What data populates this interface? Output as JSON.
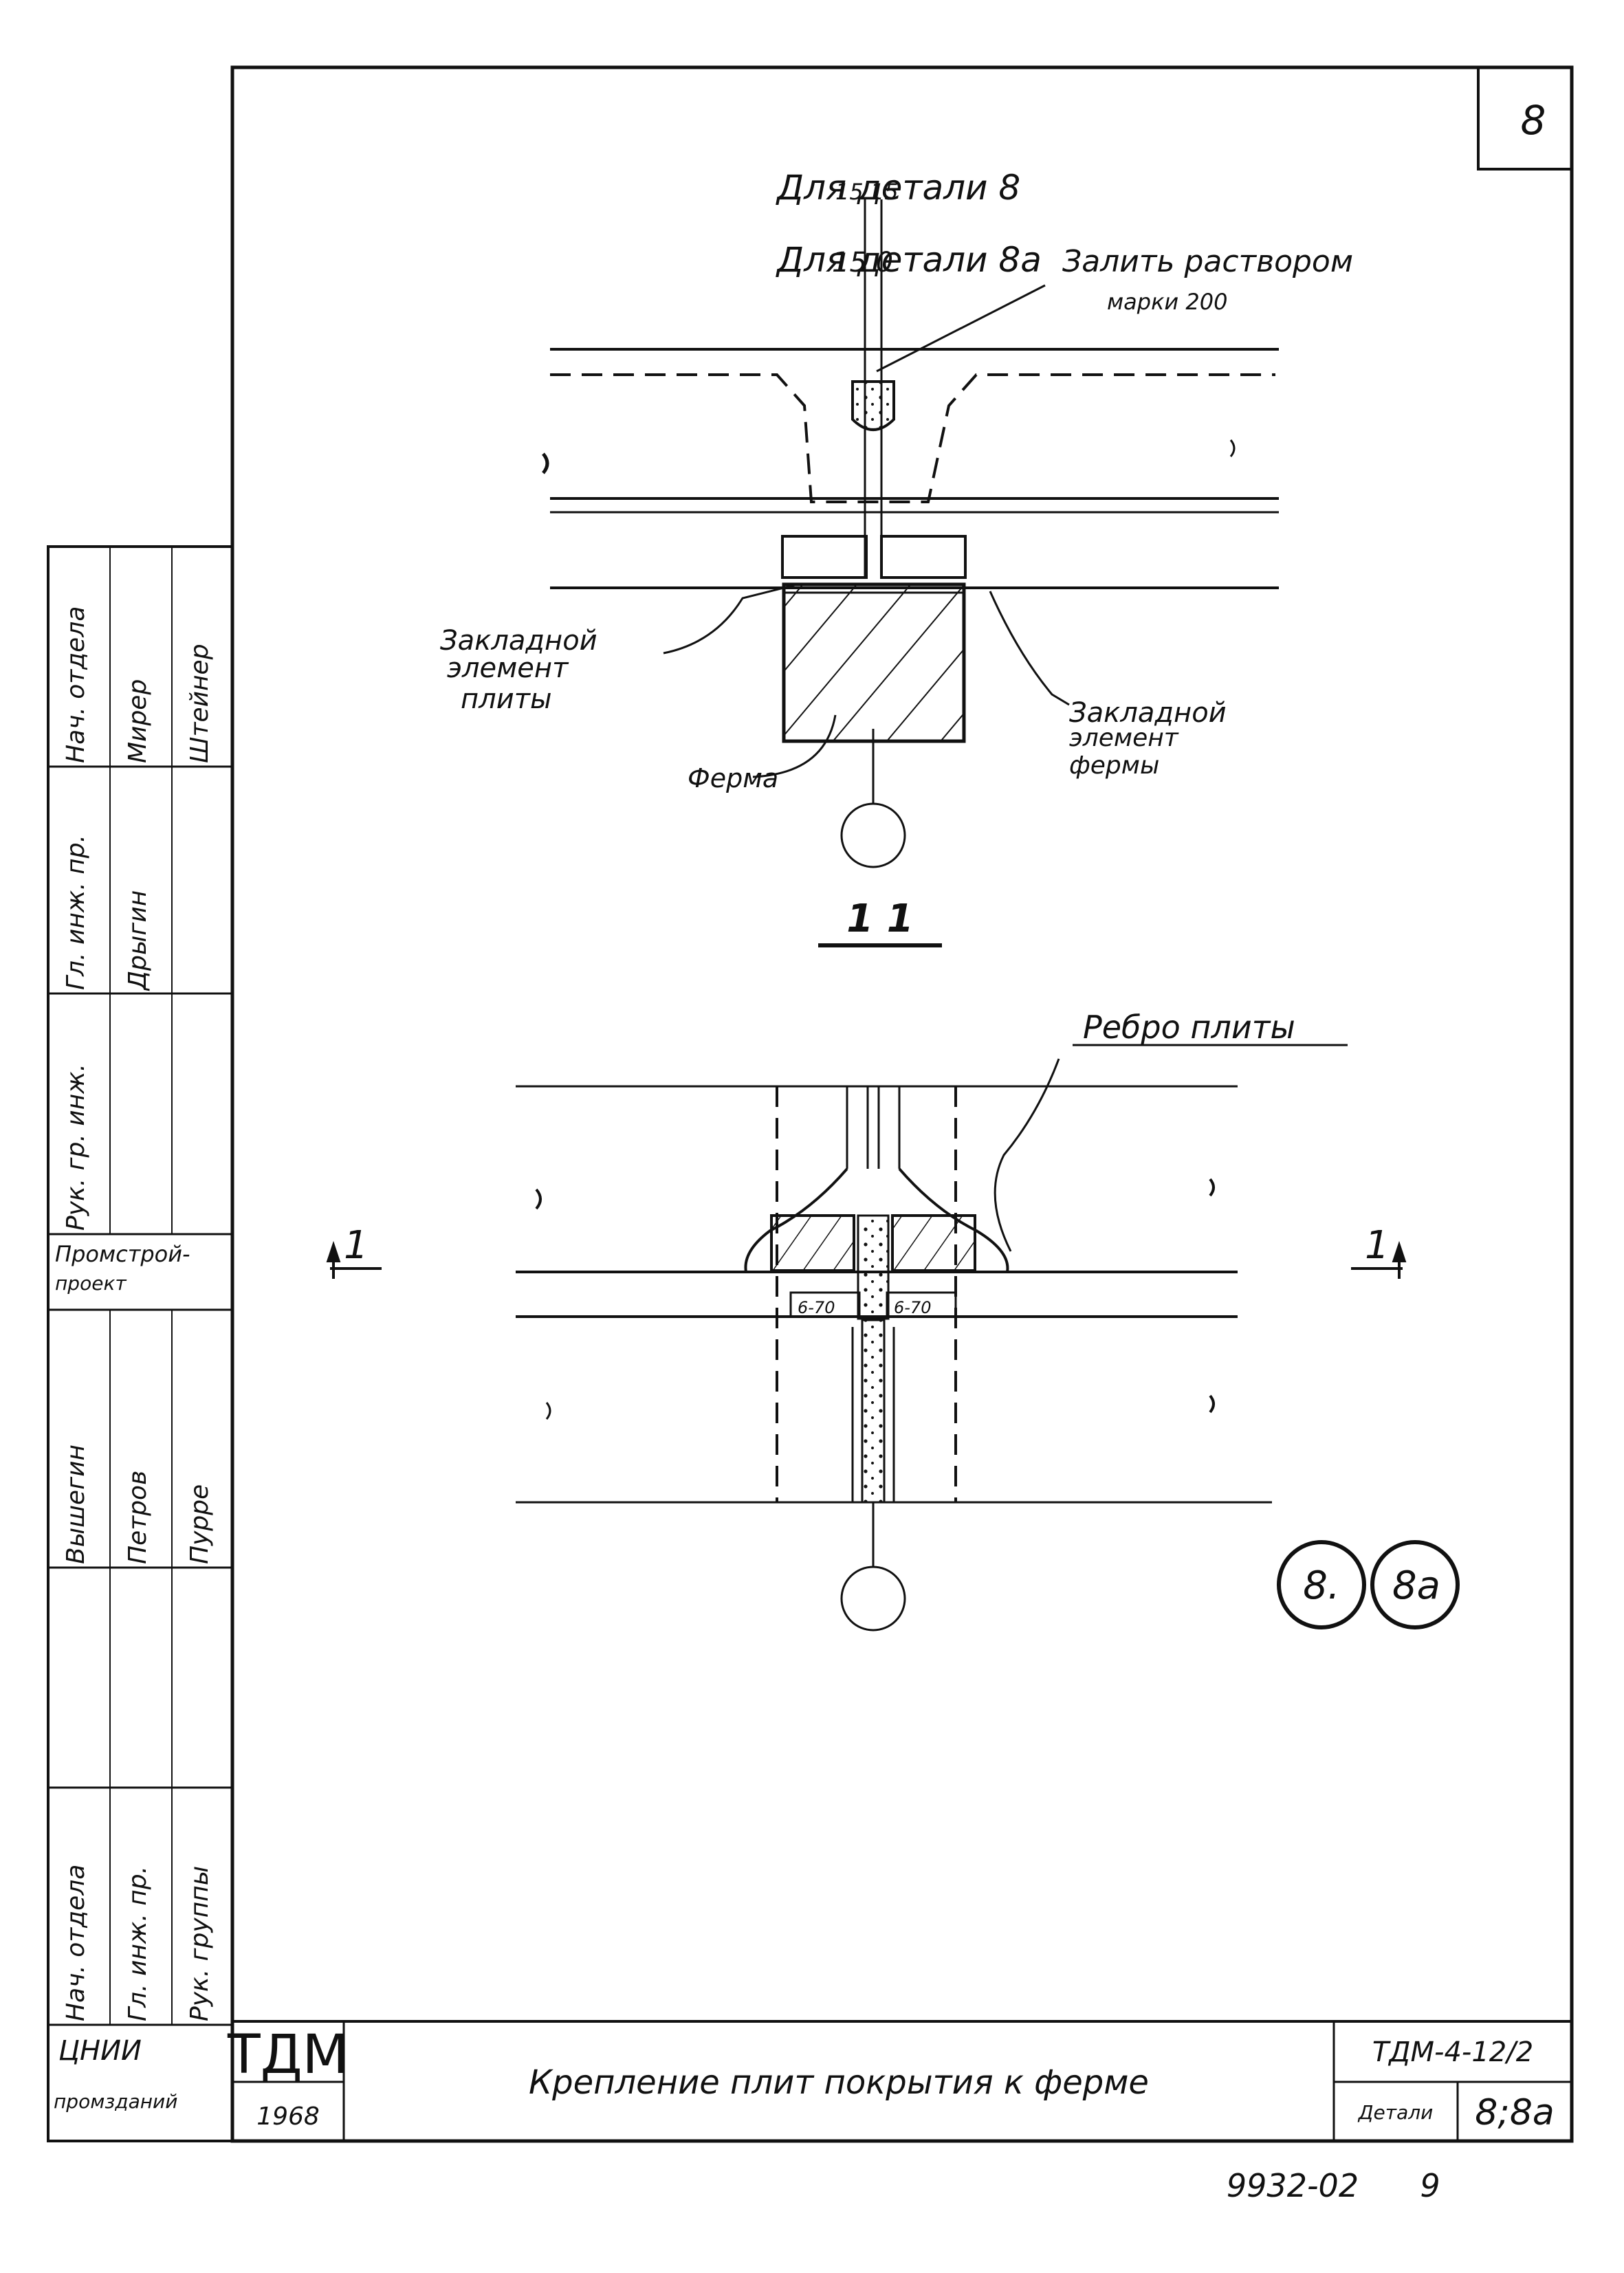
{
  "sheet_number": "8",
  "labels": {
    "detail8": "Для детали 8",
    "detail8_dim": "15 15",
    "detail8a": "Для детали 8а",
    "detail8a_dim": "15 0",
    "fill_line1": "Залить раствором",
    "fill_line2": "марки 200",
    "plate_embed": [
      "Закладной",
      "элемент",
      "плиты"
    ],
    "truss_embed": [
      "Закладной",
      "элемент",
      "фермы"
    ],
    "truss": "Ферма",
    "section": "1 1",
    "rib": "Ребро плиты",
    "cut_left": "1",
    "cut_right": "1",
    "weld_left": "6-70",
    "weld_right": "6-70",
    "marker_8": "8.",
    "marker_8a": "8а"
  },
  "signature_block": {
    "column1": [
      "Нач. отдела",
      "Гл. инж. пр.",
      "Рук. гр. инж."
    ],
    "column1_names": [
      "Дрыгин",
      "Мирер",
      "Штейнер"
    ],
    "org1": [
      "Промстрой-",
      "проект"
    ],
    "column2": [
      "Нач. отдела",
      "Гл. инж. пр.",
      "Рук. группы"
    ],
    "column2_names": [
      "Вышегин",
      "Петров",
      "Пурре"
    ],
    "org2": [
      "ЦНИИ",
      "промзданий"
    ]
  },
  "title_block": {
    "logo": "ТДМ",
    "year": "1968",
    "title": "Крепление плит покрытия к ферме",
    "code": "ТДМ-4-12/2",
    "detail_label": "Детали",
    "detail_value": "8;8а"
  },
  "footer": {
    "archive": "9932-02",
    "page": "9"
  }
}
